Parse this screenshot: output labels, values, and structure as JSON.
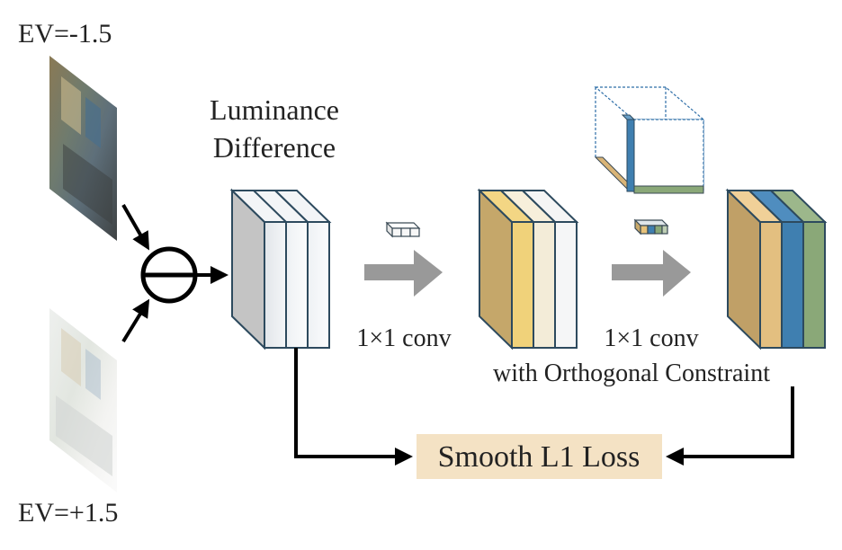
{
  "labels": {
    "ev_low": "EV=-1.5",
    "ev_high": "EV=+1.5",
    "luminance_line1": "Luminance",
    "luminance_line2": "Difference",
    "conv1": "1×1 conv",
    "conv2": "1×1 conv",
    "orthogonal": "with Orthogonal Constraint",
    "loss": "Smooth L1 Loss"
  },
  "colors": {
    "tan": "#c7a86a",
    "yellow": "#f0d27a",
    "blue": "#3f7fb0",
    "green": "#8aa878",
    "light_gray": "#e6ebef",
    "dark_gray": "#bdbdbd",
    "loss_bg": "#f4e2c4",
    "arrow_gray": "#999999"
  },
  "icons": [
    "subtract-operator-icon",
    "gray-arrow-icon",
    "filter-cube-icon"
  ]
}
